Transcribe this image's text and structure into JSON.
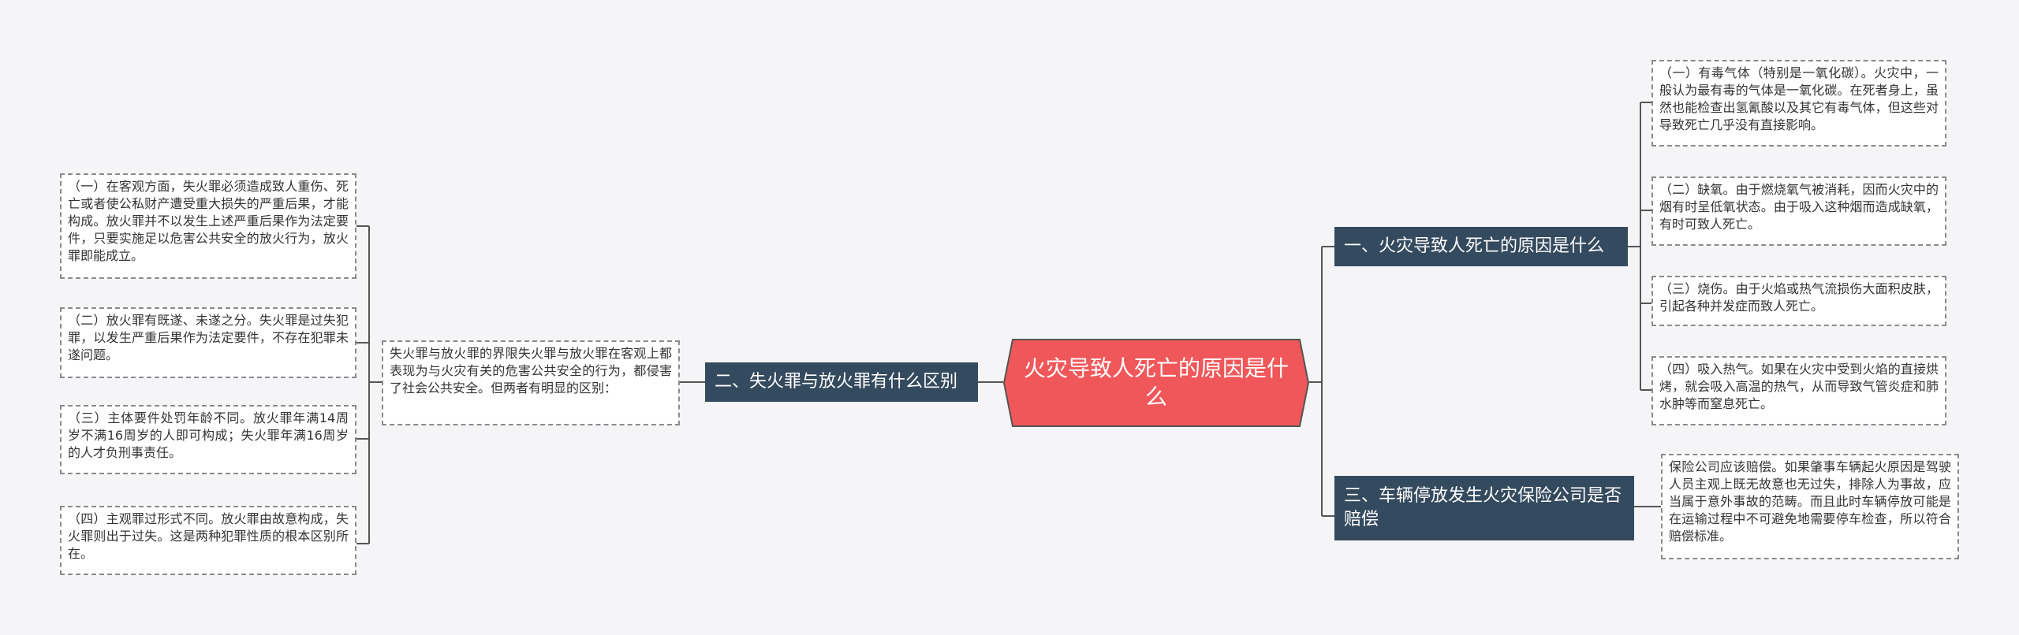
{
  "root": {
    "label": "火灾导致人死亡的原因是什么"
  },
  "colors": {
    "root": "#f0575a",
    "branch": "#344a5e",
    "line": "#555555",
    "leaf_border": "#8a8a8a"
  },
  "branches": {
    "b1": {
      "label": "一、火灾导致人死亡的原因是什么",
      "leaves": [
        "（一）有毒气体（特别是一氧化碳）。火灾中，一般认为最有毒的气体是一氧化碳。在死者身上，虽然也能检查出氢氰酸以及其它有毒气体，但这些对导致死亡几乎没有直接影响。",
        "（二）缺氧。由于燃烧氧气被消耗，因而火灾中的烟有时呈低氧状态。由于吸入这种烟而造成缺氧，有时可致人死亡。",
        "（三）烧伤。由于火焰或热气流损伤大面积皮肤，引起各种并发症而致人死亡。",
        "（四）吸入热气。如果在火灾中受到火焰的直接烘烤，就会吸入高温的热气，从而导致气管炎症和肺水肿等而窒息死亡。"
      ]
    },
    "b2": {
      "label": "二、失火罪与放火罪有什么区别",
      "intro": "失火罪与放火罪的界限失火罪与放火罪在客观上都表现为与火灾有关的危害公共安全的行为，都侵害了社会公共安全。但两者有明显的区别：",
      "leaves": [
        "（一）在客观方面，失火罪必须造成致人重伤、死亡或者使公私财产遭受重大损失的严重后果，才能构成。放火罪并不以发生上述严重后果作为法定要件，只要实施足以危害公共安全的放火行为，放火罪即能成立。",
        "（二）放火罪有既遂、未遂之分。失火罪是过失犯罪，以发生严重后果作为法定要件，不存在犯罪未遂问题。",
        "（三）主体要件处罚年龄不同。放火罪年满14周岁不满16周岁的人即可构成；失火罪年满16周岁的人才负刑事责任。",
        "（四）主观罪过形式不同。放火罪由故意构成，失火罪则出于过失。这是两种犯罪性质的根本区别所在。"
      ]
    },
    "b3": {
      "label": "三、车辆停放发生火灾保险公司是否赔偿",
      "leaves": [
        "保险公司应该赔偿。如果肇事车辆起火原因是驾驶人员主观上既无故意也无过失，排除人为事故，应当属于意外事故的范畴。而且此时车辆停放可能是在运输过程中不可避免地需要停车检查，所以符合赔偿标准。"
      ]
    }
  }
}
